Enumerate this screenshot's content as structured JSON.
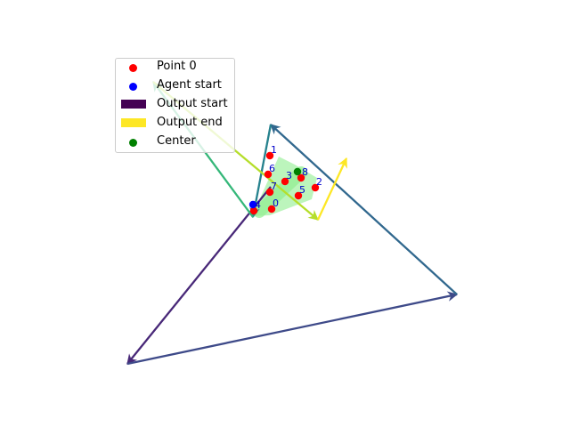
{
  "chart_data": {
    "type": "scatter",
    "title": "",
    "xlabel": "",
    "ylabel": "",
    "axes_visible": false,
    "xlim": [
      0,
      640
    ],
    "ylim": [
      480,
      0
    ],
    "points": [
      {
        "label": "0",
        "x": 305,
        "y": 235
      },
      {
        "label": "1",
        "x": 303,
        "y": 175
      },
      {
        "label": "2",
        "x": 354,
        "y": 211
      },
      {
        "label": "3",
        "x": 320,
        "y": 204
      },
      {
        "label": "4",
        "x": 285,
        "y": 237
      },
      {
        "label": "5",
        "x": 335,
        "y": 220
      },
      {
        "label": "6",
        "x": 301,
        "y": 196
      },
      {
        "label": "7",
        "x": 303,
        "y": 216
      },
      {
        "label": "8",
        "x": 338,
        "y": 200
      }
    ],
    "point_color": "#ff0000",
    "label_color": "#0000cc",
    "agent_start": {
      "x": 284,
      "y": 230,
      "color": "#0000ff"
    },
    "center": {
      "x": 334,
      "y": 193,
      "color": "#008000"
    },
    "highlight_color": "#90ee90",
    "output_path": {
      "colormap": "viridis",
      "points": [
        {
          "x": 304,
          "y": 210
        },
        {
          "x": 143,
          "y": 409
        },
        {
          "x": 513,
          "y": 331
        },
        {
          "x": 304,
          "y": 140
        },
        {
          "x": 284,
          "y": 244
        },
        {
          "x": 172,
          "y": 92
        },
        {
          "x": 357,
          "y": 247
        },
        {
          "x": 389,
          "y": 178
        }
      ],
      "segment_colors": [
        "#482878",
        "#3e4a89",
        "#31688e",
        "#26828e",
        "#35b779",
        "#b5de2b",
        "#fde725"
      ]
    },
    "legend": {
      "position": "upper-left",
      "items": [
        {
          "label": "Point 0",
          "kind": "dot",
          "color": "#ff0000"
        },
        {
          "label": "Agent start",
          "kind": "dot",
          "color": "#0000ff"
        },
        {
          "label": "Output start",
          "kind": "patch",
          "color": "#440154"
        },
        {
          "label": "Output end",
          "kind": "patch",
          "color": "#fde725"
        },
        {
          "label": "Center",
          "kind": "dot",
          "color": "#008000"
        }
      ]
    }
  }
}
